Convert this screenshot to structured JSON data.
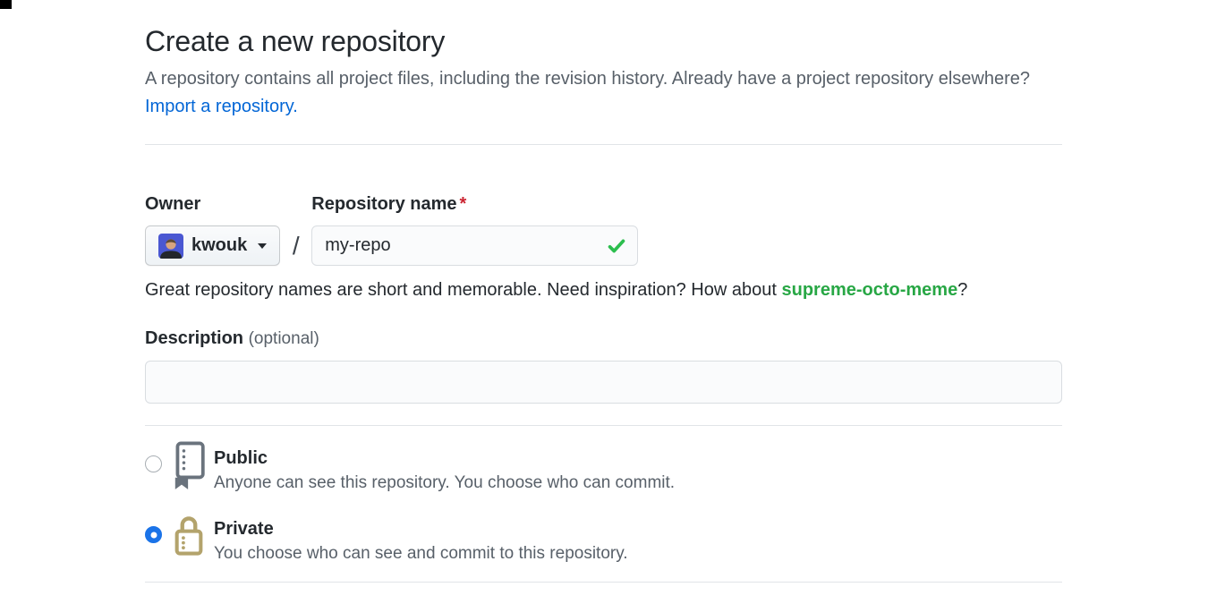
{
  "header": {
    "title": "Create a new repository",
    "subtitle": "A repository contains all project files, including the revision history. Already have a project repository elsewhere?",
    "subtitle_link": "Import a repository."
  },
  "form": {
    "owner": {
      "label": "Owner",
      "value": "kwouk"
    },
    "separator": "/",
    "repo_name": {
      "label": "Repository name",
      "required_mark": "*",
      "value": "my-repo"
    },
    "suggestion": {
      "prefix": "Great repository names are short and memorable. Need inspiration? How about ",
      "link": "supreme-octo-meme",
      "suffix": "?"
    },
    "description": {
      "label": "Description",
      "optional": "(optional)",
      "value": "",
      "placeholder": ""
    },
    "visibility": [
      {
        "id": "public",
        "label": "Public",
        "description": "Anyone can see this repository. You choose who can commit.",
        "selected": false,
        "icon": "book-icon"
      },
      {
        "id": "private",
        "label": "Private",
        "description": "You choose who can see and commit to this repository.",
        "selected": true,
        "icon": "lock-icon"
      }
    ]
  },
  "theme": {
    "link_blue": "#0366d6",
    "suggestion_green": "#28a745",
    "check_green": "#2cbe4e",
    "required_red": "#cb2431",
    "radio_selected_blue": "#1a73e8",
    "public_icon_gray": "#6a737d",
    "private_icon_gold": "#b3a36c",
    "text_primary": "#24292e",
    "text_secondary": "#586069",
    "border_gray": "#d9dde1",
    "input_bg": "#fafbfc"
  }
}
